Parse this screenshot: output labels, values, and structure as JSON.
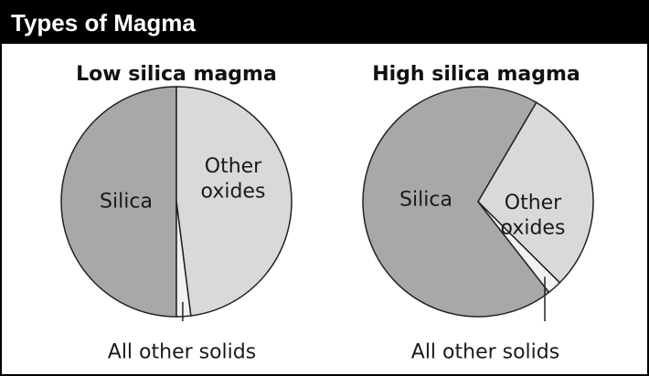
{
  "header": {
    "title": "Types of Magma"
  },
  "colors": {
    "silica": "#a8a8a8",
    "other_oxides": "#d9d9d9",
    "other_solids": "#f2f2f2",
    "outline": "#222222"
  },
  "chart_data": [
    {
      "type": "pie",
      "title": "Low silica magma",
      "slices": [
        {
          "label": "Silica",
          "value": 50,
          "label_lines": [
            "Silica"
          ]
        },
        {
          "label": "Other oxides",
          "value": 48,
          "label_lines": [
            "Other",
            "oxides"
          ]
        },
        {
          "label": "All other solids",
          "value": 2,
          "label_lines": [
            "All other solids"
          ]
        }
      ]
    },
    {
      "type": "pie",
      "title": "High silica magma",
      "slices": [
        {
          "label": "Silica",
          "value": 69,
          "label_lines": [
            "Silica"
          ]
        },
        {
          "label": "Other oxides",
          "value": 29,
          "label_lines": [
            "Other",
            "oxides"
          ]
        },
        {
          "label": "All other solids",
          "value": 2,
          "label_lines": [
            "All other solids"
          ]
        }
      ]
    }
  ]
}
